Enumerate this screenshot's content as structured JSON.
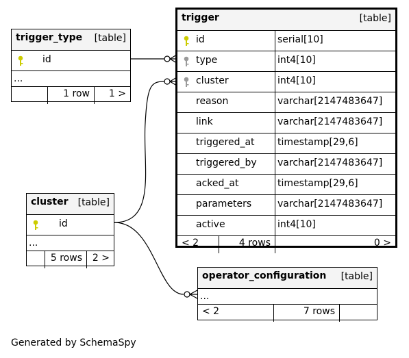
{
  "tables": {
    "trigger": {
      "name": "trigger",
      "kind": "[table]",
      "columns": [
        {
          "name": "id",
          "type": "serial[10]",
          "key": "primary"
        },
        {
          "name": "type",
          "type": "int4[10]",
          "key": "foreign"
        },
        {
          "name": "cluster",
          "type": "int4[10]",
          "key": "foreign"
        },
        {
          "name": "reason",
          "type": "varchar[2147483647]",
          "key": ""
        },
        {
          "name": "link",
          "type": "varchar[2147483647]",
          "key": ""
        },
        {
          "name": "triggered_at",
          "type": "timestamp[29,6]",
          "key": ""
        },
        {
          "name": "triggered_by",
          "type": "varchar[2147483647]",
          "key": ""
        },
        {
          "name": "acked_at",
          "type": "timestamp[29,6]",
          "key": ""
        },
        {
          "name": "parameters",
          "type": "varchar[2147483647]",
          "key": ""
        },
        {
          "name": "active",
          "type": "int4[10]",
          "key": ""
        }
      ],
      "footer": {
        "parents": "< 2",
        "rows": "4 rows",
        "children": "0 >"
      }
    },
    "trigger_type": {
      "name": "trigger_type",
      "kind": "[table]",
      "key_column": "id",
      "ellipsis": "...",
      "footer": {
        "parents": "",
        "rows": "1 row",
        "children": "1 >"
      }
    },
    "cluster": {
      "name": "cluster",
      "kind": "[table]",
      "key_column": "id",
      "ellipsis": "...",
      "footer": {
        "parents": "",
        "rows": "5 rows",
        "children": "2 >"
      }
    },
    "operator_configuration": {
      "name": "operator_configuration",
      "kind": "[table]",
      "ellipsis": "...",
      "footer": {
        "parents": "< 2",
        "rows": "7 rows",
        "children": ""
      }
    }
  },
  "relationships": [
    {
      "from": "trigger_type.id",
      "to": "trigger.type"
    },
    {
      "from": "cluster.id",
      "to": "trigger.cluster"
    },
    {
      "from": "cluster.id",
      "to": "operator_configuration"
    }
  ],
  "colors": {
    "primary_key": "#cccc00",
    "foreign_key": "#9a9a9a",
    "header_bg": "#f4f4f4"
  },
  "generated_by": "Generated by SchemaSpy"
}
